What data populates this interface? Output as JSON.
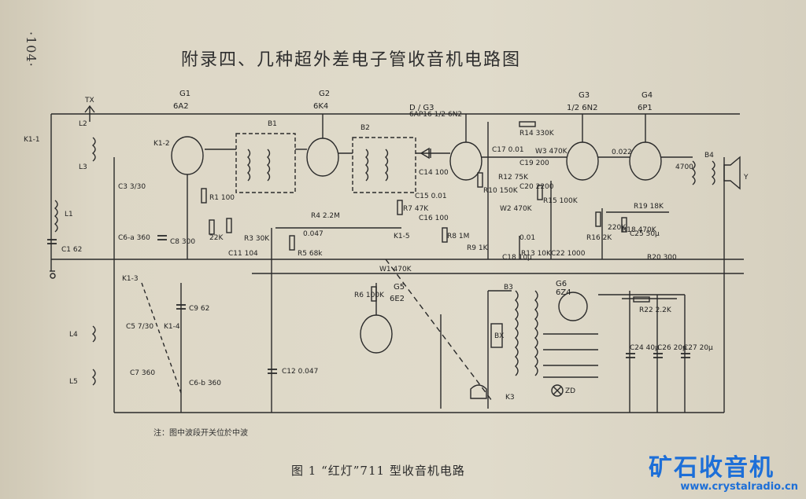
{
  "document": {
    "page_number": "·104·",
    "title": "附录四、几种超外差电子管收音机电路图",
    "caption": "图 1  “红灯”711 型收音机电路",
    "note": "注：图中波段开关位於中波"
  },
  "watermark": {
    "brand": "矿石收音机",
    "url": "www.crystalradio.cn"
  },
  "tubes": [
    {
      "ref": "G1",
      "type": "6A2"
    },
    {
      "ref": "G2",
      "type": "6K4"
    },
    {
      "ref": "D / G3",
      "type": "6AP16  1/2 6N2"
    },
    {
      "ref": "G3",
      "type": "1/2 6N2"
    },
    {
      "ref": "G4",
      "type": "6P1"
    },
    {
      "ref": "G5",
      "type": "6E2"
    },
    {
      "ref": "G6",
      "type": "6Z4"
    }
  ],
  "components": {
    "r1": "R1 100",
    "r4": "R4 2.2M",
    "r5": "R5 68k",
    "r6": "R6 100K",
    "r7": "R7 47K",
    "r8": "R8 1M",
    "r9": "R9 1K",
    "r10": "R10 150K",
    "r12": "R12 75K",
    "r13": "R13 10K",
    "r14": "R14 330K",
    "r15": "R15 100K",
    "r16": "R16 2K",
    "r18": "R18 470K",
    "r19": "R19 18K",
    "r20": "R20 300",
    "r22": "R22 2.2K",
    "r3": "R3 30K",
    "r2": "22K",
    "w1": "W1 470K",
    "w2": "W2 470K",
    "w3": "W3 470K",
    "c1": "C1 62",
    "c3": "C3 3/30",
    "c8": "C8 300",
    "c9": "C9 62",
    "c12": "C12 0.047",
    "c6a": "C6-a 360",
    "c6b": "C6-b 360",
    "c7": "C7 360",
    "c5": "C5 7/30",
    "c14": "C14 100",
    "c15": "C15 0.01",
    "c16": "C16 100",
    "c17": "C17 0.01",
    "c19": "C19 200",
    "c20": "C20 2200",
    "c18": "C18 10µ",
    "c21": "0.01",
    "c22": "C22 1000",
    "c23": "0.022",
    "c24": "C24 40µ",
    "c25": "C25 50µ",
    "c26": "C26 20µ",
    "c27": "C27 20µ",
    "c28": "4700",
    "c10": "0.047",
    "rc": "220K",
    "c11": "C11 104",
    "k1": "K1-1",
    "k2": "K1-2",
    "k3": "K1-3",
    "k4": "K1-4",
    "k5": "K1-5",
    "k6": "K3",
    "l1": "L1",
    "l2": "L2",
    "l3": "L3",
    "l4": "L4",
    "l5": "L5",
    "b1": "B1",
    "b2": "B2",
    "b3": "B3",
    "b4": "B4",
    "tx": "TX",
    "bx": "BX",
    "zd": "ZD",
    "y": "Y"
  }
}
